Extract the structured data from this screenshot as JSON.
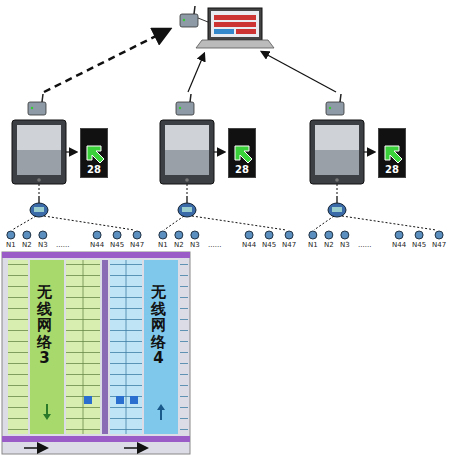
{
  "diagram": {
    "nodes": [
      {
        "text": [
          "28"
        ]
      },
      {
        "text": [
          "28"
        ]
      },
      {
        "text": [
          "28"
        ]
      },
      {
        "text": [
          "无线网络3"
        ]
      },
      {
        "text": [
          "无线网络4"
        ]
      }
    ],
    "labels": [
      "N1",
      "N2",
      "N3",
      "......",
      "N44",
      "N45",
      "N47",
      "N1",
      "N2",
      "N3",
      "......",
      "N44",
      "N45",
      "N47",
      "N1",
      "N2",
      "N3",
      "......",
      "N44",
      "N45",
      "N47"
    ]
  }
}
